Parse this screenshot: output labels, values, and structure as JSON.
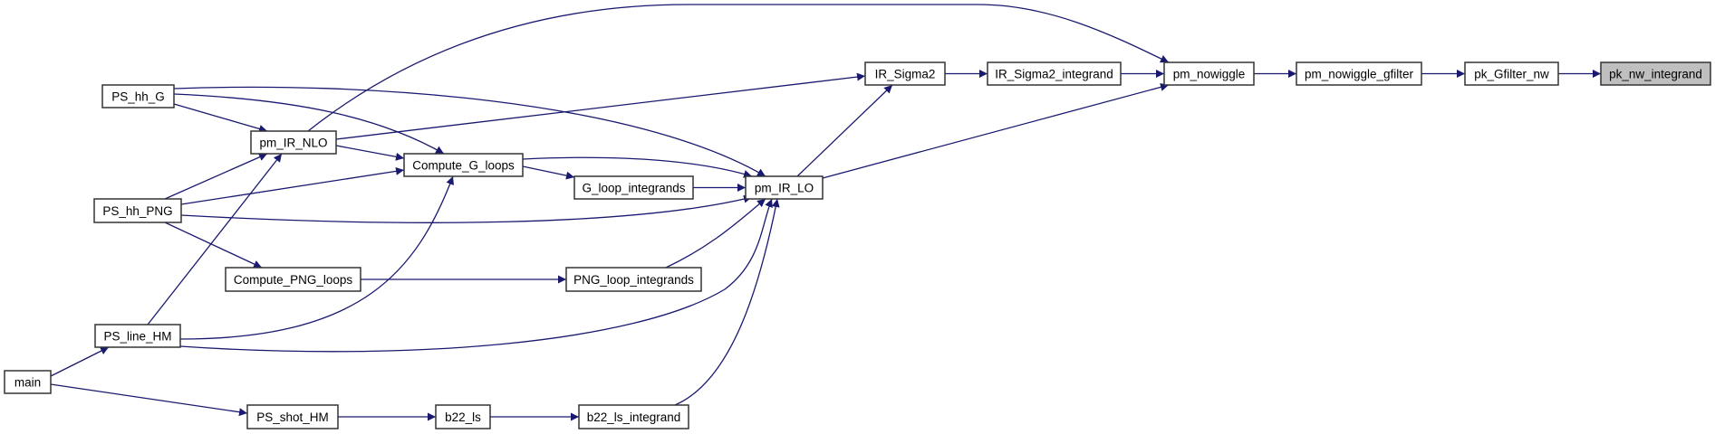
{
  "diagram": {
    "type": "call-graph",
    "edge_color": "#191970",
    "highlight_fill": "#bfbfbf",
    "nodes": [
      {
        "id": "pk_nw_integrand",
        "label": "pk_nw_integrand",
        "highlight": true
      },
      {
        "id": "pk_Gfilter_nw",
        "label": "pk_Gfilter_nw"
      },
      {
        "id": "pm_nowiggle_gfilter",
        "label": "pm_nowiggle_gfilter"
      },
      {
        "id": "pm_nowiggle",
        "label": "pm_nowiggle"
      },
      {
        "id": "IR_Sigma2_integrand",
        "label": "IR_Sigma2_integrand"
      },
      {
        "id": "IR_Sigma2",
        "label": "IR_Sigma2"
      },
      {
        "id": "pm_IR_LO",
        "label": "pm_IR_LO"
      },
      {
        "id": "G_loop_integrands",
        "label": "G_loop_integrands"
      },
      {
        "id": "PNG_loop_integrands",
        "label": "PNG_loop_integrands"
      },
      {
        "id": "b22_ls_integrand",
        "label": "b22_ls_integrand"
      },
      {
        "id": "Compute_G_loops",
        "label": "Compute_G_loops"
      },
      {
        "id": "Compute_PNG_loops",
        "label": "Compute_PNG_loops"
      },
      {
        "id": "b22_ls",
        "label": "b22_ls"
      },
      {
        "id": "pm_IR_NLO",
        "label": "pm_IR_NLO"
      },
      {
        "id": "PS_shot_HM",
        "label": "PS_shot_HM"
      },
      {
        "id": "PS_hh_G",
        "label": "PS_hh_G"
      },
      {
        "id": "PS_hh_PNG",
        "label": "PS_hh_PNG"
      },
      {
        "id": "PS_line_HM",
        "label": "PS_line_HM"
      },
      {
        "id": "main",
        "label": "main"
      }
    ],
    "edges": [
      {
        "from": "pk_Gfilter_nw",
        "to": "pk_nw_integrand"
      },
      {
        "from": "pm_nowiggle_gfilter",
        "to": "pk_Gfilter_nw"
      },
      {
        "from": "pm_nowiggle",
        "to": "pm_nowiggle_gfilter"
      },
      {
        "from": "IR_Sigma2_integrand",
        "to": "pm_nowiggle"
      },
      {
        "from": "pm_IR_LO",
        "to": "pm_nowiggle"
      },
      {
        "from": "pm_IR_NLO",
        "to": "pm_nowiggle"
      },
      {
        "from": "IR_Sigma2",
        "to": "IR_Sigma2_integrand"
      },
      {
        "from": "pm_IR_LO",
        "to": "IR_Sigma2"
      },
      {
        "from": "pm_IR_NLO",
        "to": "IR_Sigma2"
      },
      {
        "from": "G_loop_integrands",
        "to": "pm_IR_LO"
      },
      {
        "from": "PNG_loop_integrands",
        "to": "pm_IR_LO"
      },
      {
        "from": "b22_ls_integrand",
        "to": "pm_IR_LO"
      },
      {
        "from": "Compute_G_loops",
        "to": "pm_IR_LO"
      },
      {
        "from": "PS_hh_G",
        "to": "pm_IR_LO"
      },
      {
        "from": "PS_hh_PNG",
        "to": "pm_IR_LO"
      },
      {
        "from": "PS_line_HM",
        "to": "pm_IR_LO"
      },
      {
        "from": "Compute_G_loops",
        "to": "G_loop_integrands"
      },
      {
        "from": "Compute_PNG_loops",
        "to": "PNG_loop_integrands"
      },
      {
        "from": "b22_ls",
        "to": "b22_ls_integrand"
      },
      {
        "from": "pm_IR_NLO",
        "to": "Compute_G_loops"
      },
      {
        "from": "PS_hh_G",
        "to": "Compute_G_loops"
      },
      {
        "from": "PS_hh_PNG",
        "to": "Compute_G_loops"
      },
      {
        "from": "PS_line_HM",
        "to": "Compute_G_loops"
      },
      {
        "from": "PS_hh_PNG",
        "to": "Compute_PNG_loops"
      },
      {
        "from": "PS_shot_HM",
        "to": "b22_ls"
      },
      {
        "from": "PS_hh_G",
        "to": "pm_IR_NLO"
      },
      {
        "from": "PS_hh_PNG",
        "to": "pm_IR_NLO"
      },
      {
        "from": "PS_line_HM",
        "to": "pm_IR_NLO"
      },
      {
        "from": "main",
        "to": "PS_line_HM"
      },
      {
        "from": "main",
        "to": "PS_shot_HM"
      }
    ]
  }
}
